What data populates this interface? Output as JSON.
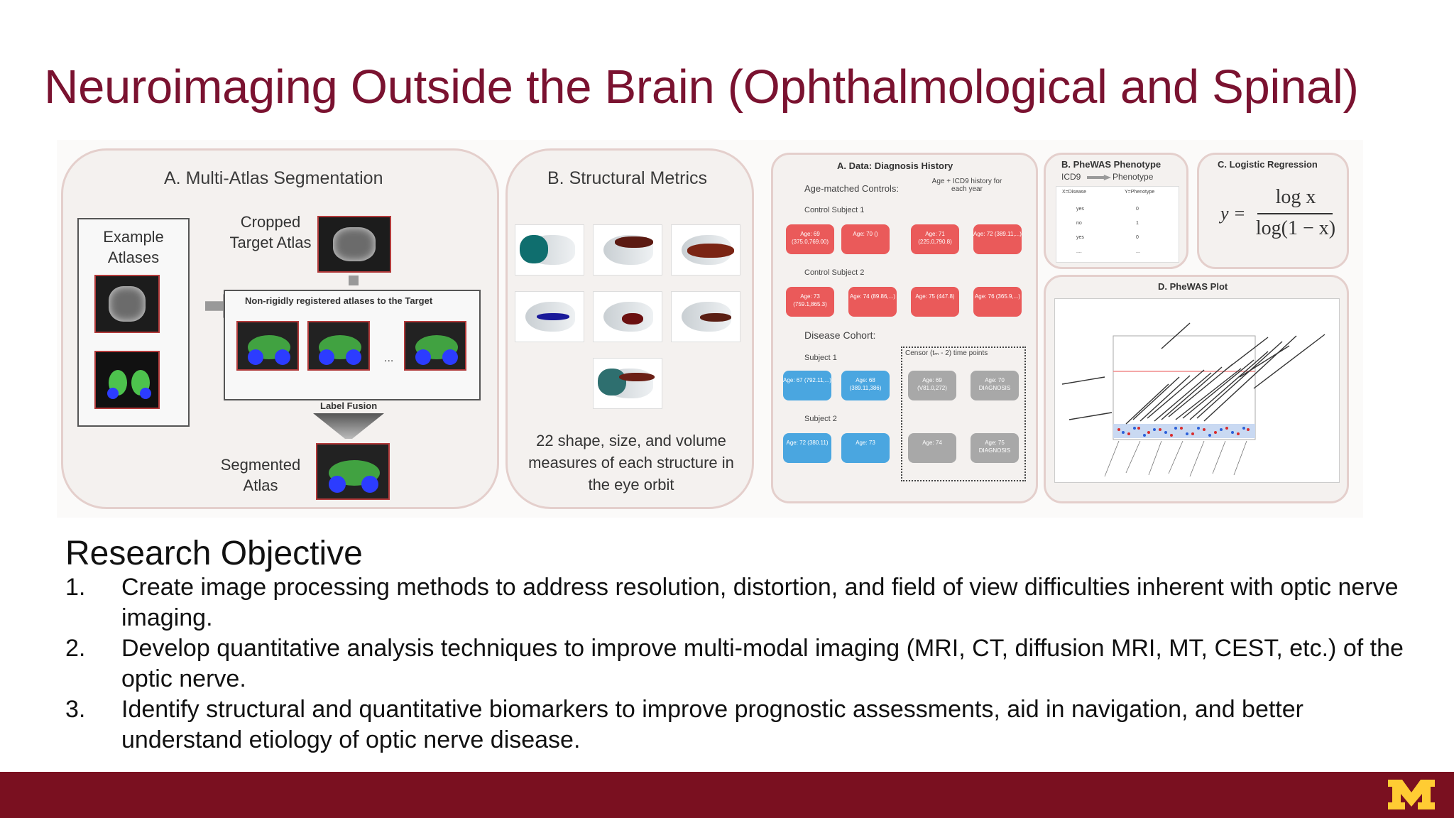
{
  "slide": {
    "title": "Neuroimaging Outside the Brain (Ophthalmological and Spinal)"
  },
  "figure": {
    "panel_a": {
      "title": "A. Multi-Atlas Segmentation",
      "example_atlases": "Example Atlases",
      "cropped_target": "Cropped Target Atlas",
      "registered": "Non-rigidly registered atlases to the Target",
      "ellipsis": "...",
      "label_fusion": "Label Fusion",
      "segmented": "Segmented Atlas"
    },
    "panel_b": {
      "title": "B. Structural Metrics",
      "caption": "22 shape, size, and volume measures of each structure in the eye orbit"
    },
    "panel_c": {
      "title": "A. Data: Diagnosis History",
      "age_matched": "Age-matched Controls:",
      "age_icd9": "Age + ICD9 history for each year",
      "control1": "Control Subject 1",
      "control2": "Control Subject 2",
      "disease_cohort": "Disease Cohort:",
      "censor": "Censor (tₘ - 2) time points",
      "subject1": "Subject 1",
      "subject2": "Subject 2",
      "row1": [
        "Age: 69 (375.0,769.00)",
        "Age: 70 ()",
        "Age: 71 (225.0,790.8)",
        "Age: 72 (389.11,...)"
      ],
      "row2": [
        "Age: 73 (759.1,865.3)",
        "Age: 74 (89.86,...)",
        "Age: 75 (447.8)",
        "Age: 76 (365.9,...)"
      ],
      "row3": [
        "Age: 67 (792.11,...)",
        "Age: 68 (389.11,386)",
        "Age: 69 (V81.0,272)",
        "Age: 70 DIAGNOSIS"
      ],
      "row4": [
        "Age: 72 (380.11)",
        "Age: 73",
        "Age: 74",
        "Age: 75 DIAGNOSIS"
      ]
    },
    "panel_d": {
      "title": "B. PheWAS Phenotype",
      "icd9": "ICD9",
      "phenotype": "Phenotype",
      "col1": "X=Disease",
      "col2": "Y=Phenotype",
      "rows": [
        [
          "yes",
          "0"
        ],
        [
          "no",
          "1"
        ],
        [
          "yes",
          "0"
        ],
        [
          "....",
          "..."
        ]
      ]
    },
    "panel_e": {
      "title": "C. Logistic Regression",
      "y": "y =",
      "numerator": "log x",
      "denominator": "log(1 − x)"
    },
    "panel_f": {
      "title": "D. PheWAS Plot"
    }
  },
  "objective": {
    "heading": "Research Objective",
    "items": [
      {
        "num": "1.",
        "text": "Create image processing methods to address resolution, distortion, and field of view difficulties inherent with optic nerve imaging."
      },
      {
        "num": "2.",
        "text": "Develop quantitative analysis techniques to improve multi-modal imaging (MRI, CT, diffusion MRI, MT, CEST, etc.) of the optic nerve."
      },
      {
        "num": "3.",
        "text": "Identify structural and quantitative biomarkers to improve prognostic assessments, aid in navigation, and better understand etiology of optic nerve disease."
      }
    ]
  },
  "footer": {
    "logo_text": "M",
    "color": "#7a1020",
    "logo_color": "#ffcc33"
  }
}
